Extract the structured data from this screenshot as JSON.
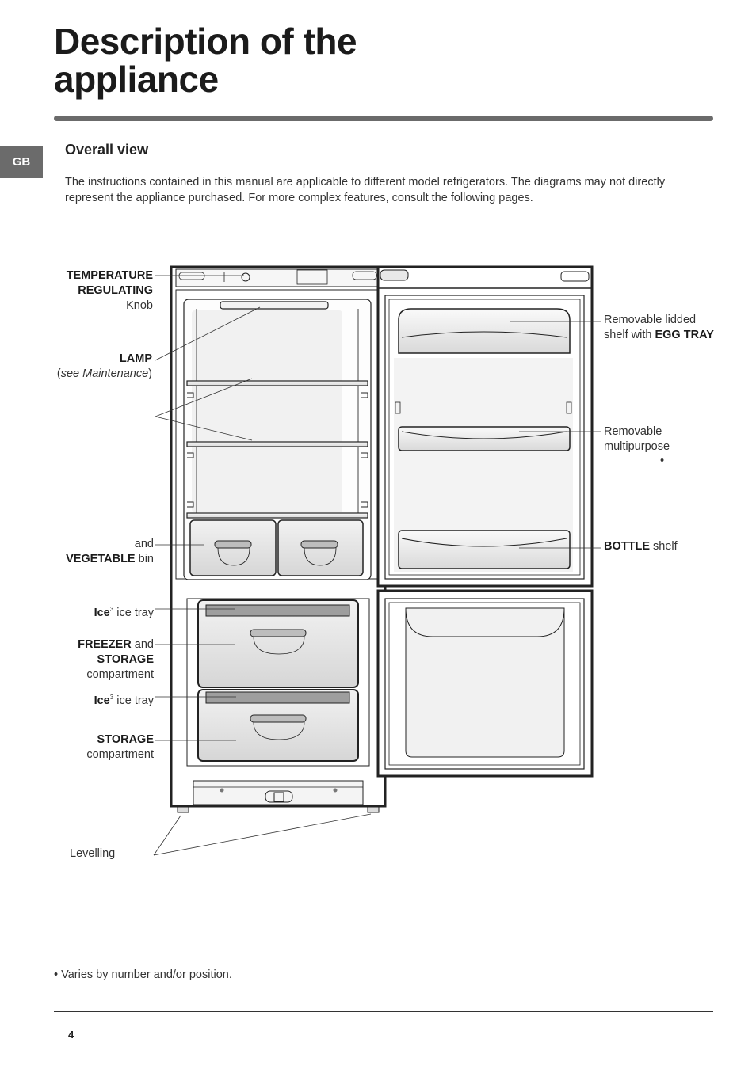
{
  "page": {
    "title_line1": "Description of the",
    "title_line2": "appliance",
    "language_tab": "GB",
    "section_heading": "Overall view",
    "intro": "The instructions contained in this manual are applicable to different model refrigerators. The diagrams may not directly represent the appliance purchased. For more complex features, consult the following pages.",
    "footnote_bullet": "•",
    "footnote": "Varies by number and/or position.",
    "page_number": "4"
  },
  "labels": {
    "temp_line1": "TEMPERATURE",
    "temp_line2": "REGULATING",
    "temp_line3": "Knob",
    "lamp": "LAMP",
    "lamp_note": "see Maintenance",
    "veg_and": "and",
    "veg_bold": "VEGETABLE",
    "veg_rest": "bin",
    "ice_bold": "Ice",
    "ice_sup": "3",
    "ice_rest": "ice tray",
    "freezer_bold": "FREEZER",
    "freezer_and": "and",
    "storage_bold": "STORAGE",
    "compartment": "compartment",
    "levelling": "Levelling",
    "egg_line1": "Removable lidded",
    "egg_line2_pre": "shelf with",
    "egg_line2_bold": "EGG TRAY",
    "multi_line1": "Removable",
    "multi_line2": "multipurpose",
    "bullet": "•",
    "bottle_bold": "BOTTLE",
    "bottle_rest": "shelf"
  }
}
